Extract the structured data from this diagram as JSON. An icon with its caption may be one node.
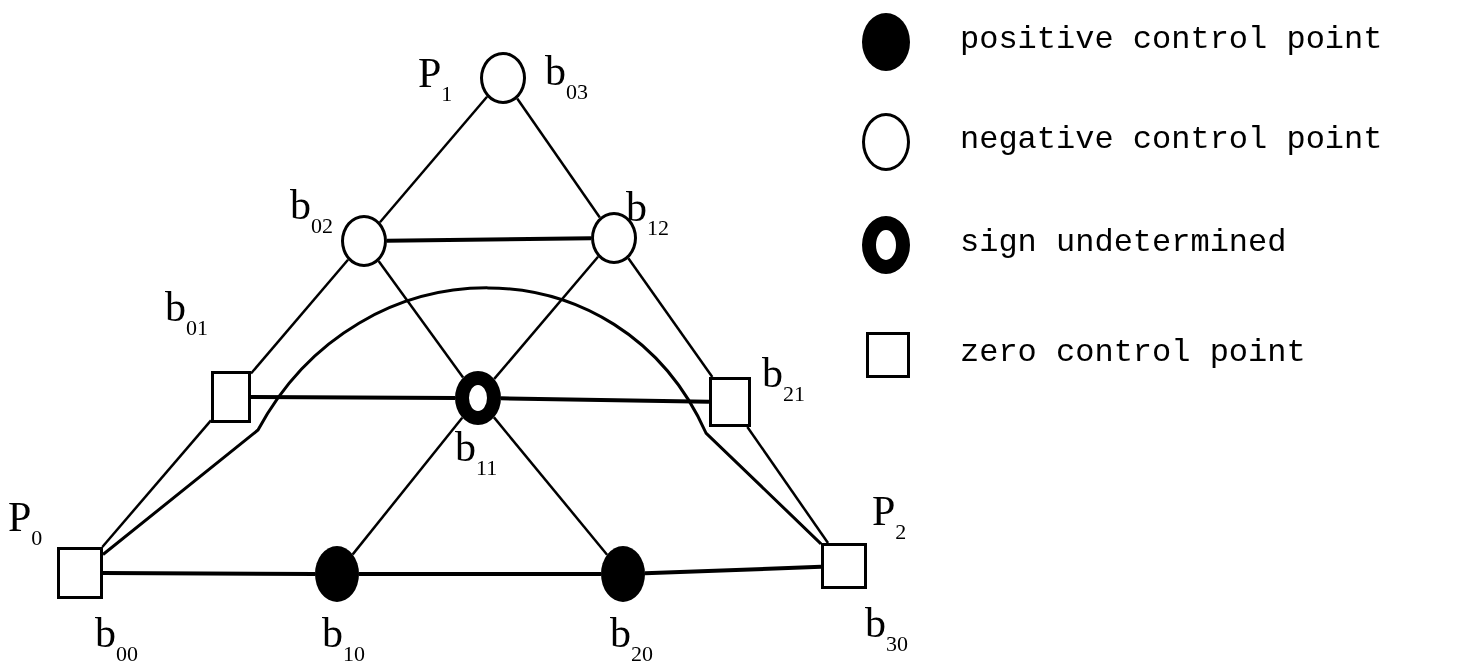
{
  "diagram": {
    "nodes": [
      {
        "text": [],
        "shape": "circle",
        "beside": [
          "P$_{1}$",
          "b$_{03}$"
        ]
      },
      {
        "text": [],
        "shape": "circle",
        "beside": [
          "b$_{02}$"
        ]
      },
      {
        "text": [],
        "shape": "circle",
        "beside": [
          "b$_{12}$"
        ]
      },
      {
        "text": [],
        "shape": "box",
        "beside": [
          "b$_{01}$"
        ]
      },
      {
        "text": [],
        "shape": "circle",
        "beside": [
          "b$_{11}$"
        ]
      },
      {
        "text": [],
        "shape": "box",
        "beside": [
          "b$_{21}$"
        ]
      },
      {
        "text": [],
        "shape": "box",
        "beside": [
          "P$_{0}$",
          "b$_{00}$"
        ]
      },
      {
        "text": [],
        "shape": "circle",
        "beside": [
          "b$_{10}$"
        ]
      },
      {
        "text": [],
        "shape": "circle",
        "beside": [
          "b$_{20}$"
        ]
      },
      {
        "text": [],
        "shape": "box",
        "beside": [
          "P$_{2}$",
          "b$_{30}$"
        ]
      }
    ],
    "edges": [
      {
        "from": 0,
        "to": 1,
        "arrow": "none"
      },
      {
        "from": 0,
        "to": 2,
        "arrow": "none"
      },
      {
        "from": 1,
        "to": 2,
        "arrow": "none"
      },
      {
        "from": 1,
        "to": 3,
        "arrow": "none"
      },
      {
        "from": 1,
        "to": 4,
        "arrow": "none"
      },
      {
        "from": 2,
        "to": 4,
        "arrow": "none"
      },
      {
        "from": 2,
        "to": 5,
        "arrow": "none"
      },
      {
        "from": 3,
        "to": 4,
        "arrow": "none"
      },
      {
        "from": 4,
        "to": 5,
        "arrow": "none"
      },
      {
        "from": 3,
        "to": 6,
        "arrow": "none"
      },
      {
        "from": 4,
        "to": 7,
        "arrow": "none"
      },
      {
        "from": 4,
        "to": 8,
        "arrow": "none"
      },
      {
        "from": 5,
        "to": 9,
        "arrow": "none"
      },
      {
        "from": 6,
        "to": 7,
        "arrow": "none"
      },
      {
        "from": 7,
        "to": 8,
        "arrow": "none"
      },
      {
        "from": 8,
        "to": 9,
        "arrow": "none"
      },
      {
        "from": 6,
        "to": 9,
        "arrow": "none"
      }
    ],
    "legend": [
      {
        "text": "positive control point"
      },
      {
        "text": "negative control point"
      },
      {
        "text": "sign undetermined"
      },
      {
        "text": "zero control point"
      }
    ]
  }
}
